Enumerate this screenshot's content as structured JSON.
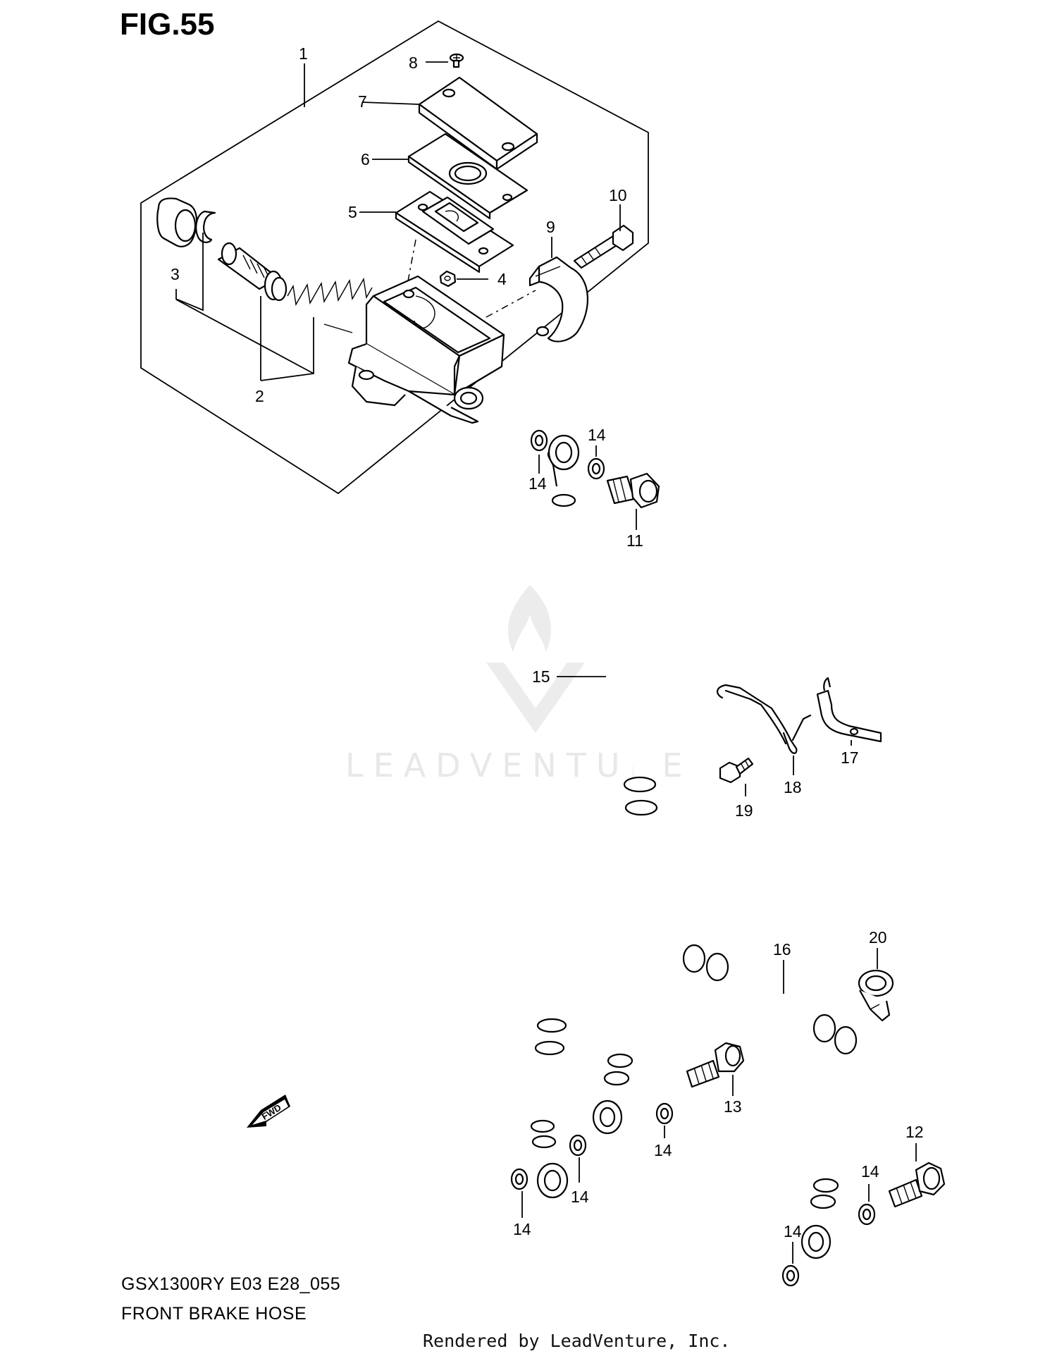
{
  "figure": {
    "title": "FIG.55",
    "model": "GSX1300RY E03 E28_055",
    "name": "FRONT BRAKE HOSE",
    "rendered_by": "Rendered by LeadVenture, Inc."
  },
  "watermark": {
    "text": "LEADVENTURE"
  },
  "direction_marker": {
    "text": "FWD"
  },
  "callouts": [
    {
      "id": "c1",
      "text": "1"
    },
    {
      "id": "c2",
      "text": "2"
    },
    {
      "id": "c3",
      "text": "3"
    },
    {
      "id": "c4",
      "text": "4"
    },
    {
      "id": "c5",
      "text": "5"
    },
    {
      "id": "c6",
      "text": "6"
    },
    {
      "id": "c7",
      "text": "7"
    },
    {
      "id": "c8",
      "text": "8"
    },
    {
      "id": "c9",
      "text": "9"
    },
    {
      "id": "c10",
      "text": "10"
    },
    {
      "id": "c11",
      "text": "11"
    },
    {
      "id": "c12",
      "text": "12"
    },
    {
      "id": "c13",
      "text": "13"
    },
    {
      "id": "c14a",
      "text": "14"
    },
    {
      "id": "c14b",
      "text": "14"
    },
    {
      "id": "c14c",
      "text": "14"
    },
    {
      "id": "c14d",
      "text": "14"
    },
    {
      "id": "c14e",
      "text": "14"
    },
    {
      "id": "c14f",
      "text": "14"
    },
    {
      "id": "c14g",
      "text": "14"
    },
    {
      "id": "c15",
      "text": "15"
    },
    {
      "id": "c16",
      "text": "16"
    },
    {
      "id": "c17",
      "text": "17"
    },
    {
      "id": "c18",
      "text": "18"
    },
    {
      "id": "c19",
      "text": "19"
    },
    {
      "id": "c20",
      "text": "20"
    }
  ]
}
